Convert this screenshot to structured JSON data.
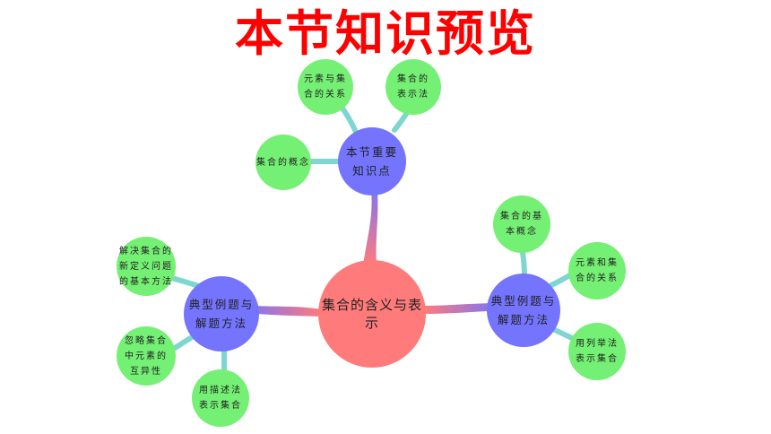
{
  "title": "本节知识预览",
  "center": {
    "label": "集合的含义与表示"
  },
  "topics": [
    {
      "id": "top",
      "label": "本节重要\n知识点",
      "leaves": [
        "集合的概念",
        "元素与集\n合的关系",
        "集合的\n表示法"
      ]
    },
    {
      "id": "left",
      "label": "典型例题与\n解题方法",
      "leaves": [
        "解决集合的\n新定义问题\n的基本方法",
        "忽略集合\n中元素的\n互异性",
        "用描述法\n表示集合"
      ]
    },
    {
      "id": "right",
      "label": "典型例题与\n解题方法",
      "leaves": [
        "集合的基\n本概念",
        "元素和集\n合的关系",
        "用列举法\n表示集合"
      ]
    }
  ],
  "colors": {
    "title": "#ff0000",
    "center": "#ff7b7b",
    "topic": "#7474ff",
    "leaf": "#74f074"
  }
}
